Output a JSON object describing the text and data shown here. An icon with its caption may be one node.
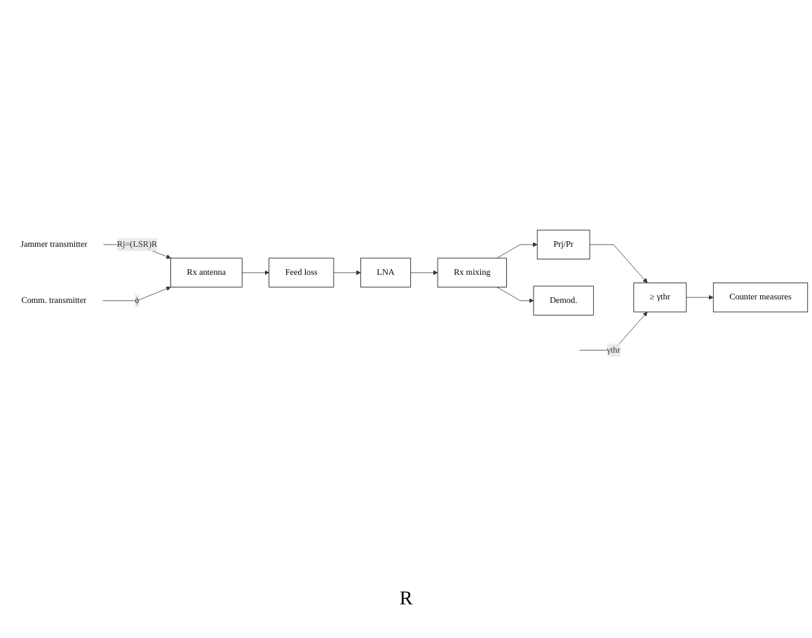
{
  "diagram": {
    "nodes": [
      {
        "text": [
          "Jammer transmitter"
        ]
      },
      {
        "text": [
          "Comm. transmitter"
        ]
      },
      {
        "text": [
          "Rx antenna"
        ]
      },
      {
        "text": [
          "Feed loss"
        ]
      },
      {
        "text": [
          "LNA"
        ]
      },
      {
        "text": [
          "Rx mixing"
        ]
      },
      {
        "text": [
          "Demod."
        ]
      },
      {
        "text": [
          "Prj/Pr"
        ]
      },
      {
        "text": [
          "≥ γthr"
        ]
      },
      {
        "text": [
          "Counter measures"
        ]
      }
    ],
    "edges": [
      {
        "from": 0,
        "to": 2,
        "arrow": "to",
        "label": "Rj=(LSR)R"
      },
      {
        "from": 1,
        "to": 2,
        "arrow": "to",
        "label": "ϕ"
      },
      {
        "from": 2,
        "to": 3,
        "arrow": "to"
      },
      {
        "from": 3,
        "to": 4,
        "arrow": "to"
      },
      {
        "from": 4,
        "to": 5,
        "arrow": "to"
      },
      {
        "from": 5,
        "to": 6,
        "arrow": "to"
      },
      {
        "from": 5,
        "to": 7,
        "arrow": "to"
      },
      {
        "from": 7,
        "to": 8,
        "arrow": "to"
      },
      {
        "from": null,
        "to": 8,
        "arrow": "to",
        "label": "γthr"
      },
      {
        "from": 8,
        "to": 9,
        "arrow": "to"
      }
    ],
    "labels": [
      "R"
    ]
  }
}
